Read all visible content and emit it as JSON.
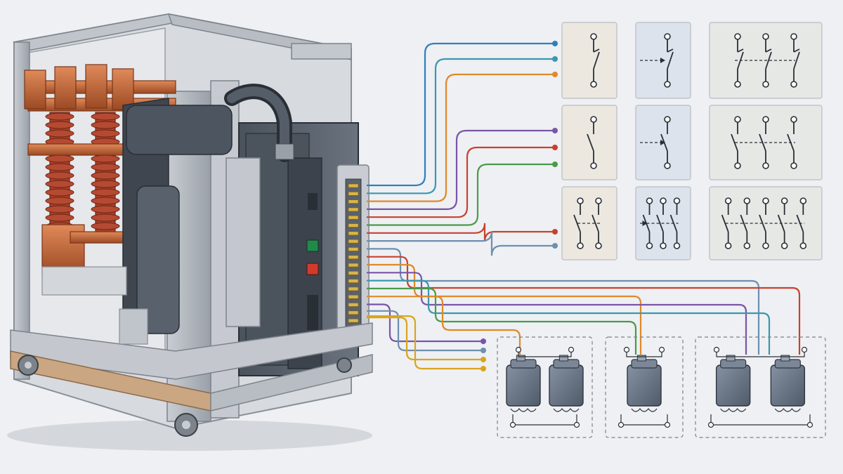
{
  "colors": {
    "background": "#eef0f3",
    "frame": "#b3b8bf",
    "frame_dark": "#8a9098",
    "copper": "#c46a3c",
    "copper_dark": "#8e3f1e",
    "insulator": "#a8412b",
    "breaker_body": "#555d68",
    "breaker_dark": "#3c434c",
    "rail": "#c9a582",
    "indicator_green": "#1f8a4c",
    "indicator_red": "#d23a2c",
    "relay_body": "#6a7686",
    "panel_beige": "#ece8e0",
    "panel_blue": "#dde3ec",
    "panel_grey": "#e6e8e6",
    "symbol": "#2a2f36"
  },
  "wire_colors": {
    "blue": "#2f7fbf",
    "teal": "#3a98b0",
    "orange": "#e0892a",
    "purple": "#7a54a8",
    "red": "#c8412e",
    "green": "#4a9a4a",
    "yellow": "#d9a520",
    "steel": "#6d8fb0"
  },
  "switchgear": {
    "name": "vacuum-circuit-breaker-truck",
    "terminal_pins": 18,
    "indicators": [
      "indicator_green",
      "indicator_red"
    ]
  },
  "symbol_panels": [
    {
      "kind": "nc-contact",
      "background": "panel_beige"
    },
    {
      "kind": "nc-contact-actuated",
      "background": "panel_blue"
    },
    {
      "kind": "three-pole-nc",
      "background": "panel_grey"
    },
    {
      "kind": "no-contact",
      "background": "panel_beige"
    },
    {
      "kind": "no-contact-actuated",
      "background": "panel_blue"
    },
    {
      "kind": "three-pole-no",
      "background": "panel_grey"
    },
    {
      "kind": "two-pole-no",
      "background": "panel_beige"
    },
    {
      "kind": "three-pole-no-actuated",
      "background": "panel_blue"
    },
    {
      "kind": "five-pole-no",
      "background": "panel_grey"
    }
  ],
  "relay_groups": [
    {
      "relays": 2
    },
    {
      "relays": 1
    },
    {
      "relays": 2
    }
  ]
}
